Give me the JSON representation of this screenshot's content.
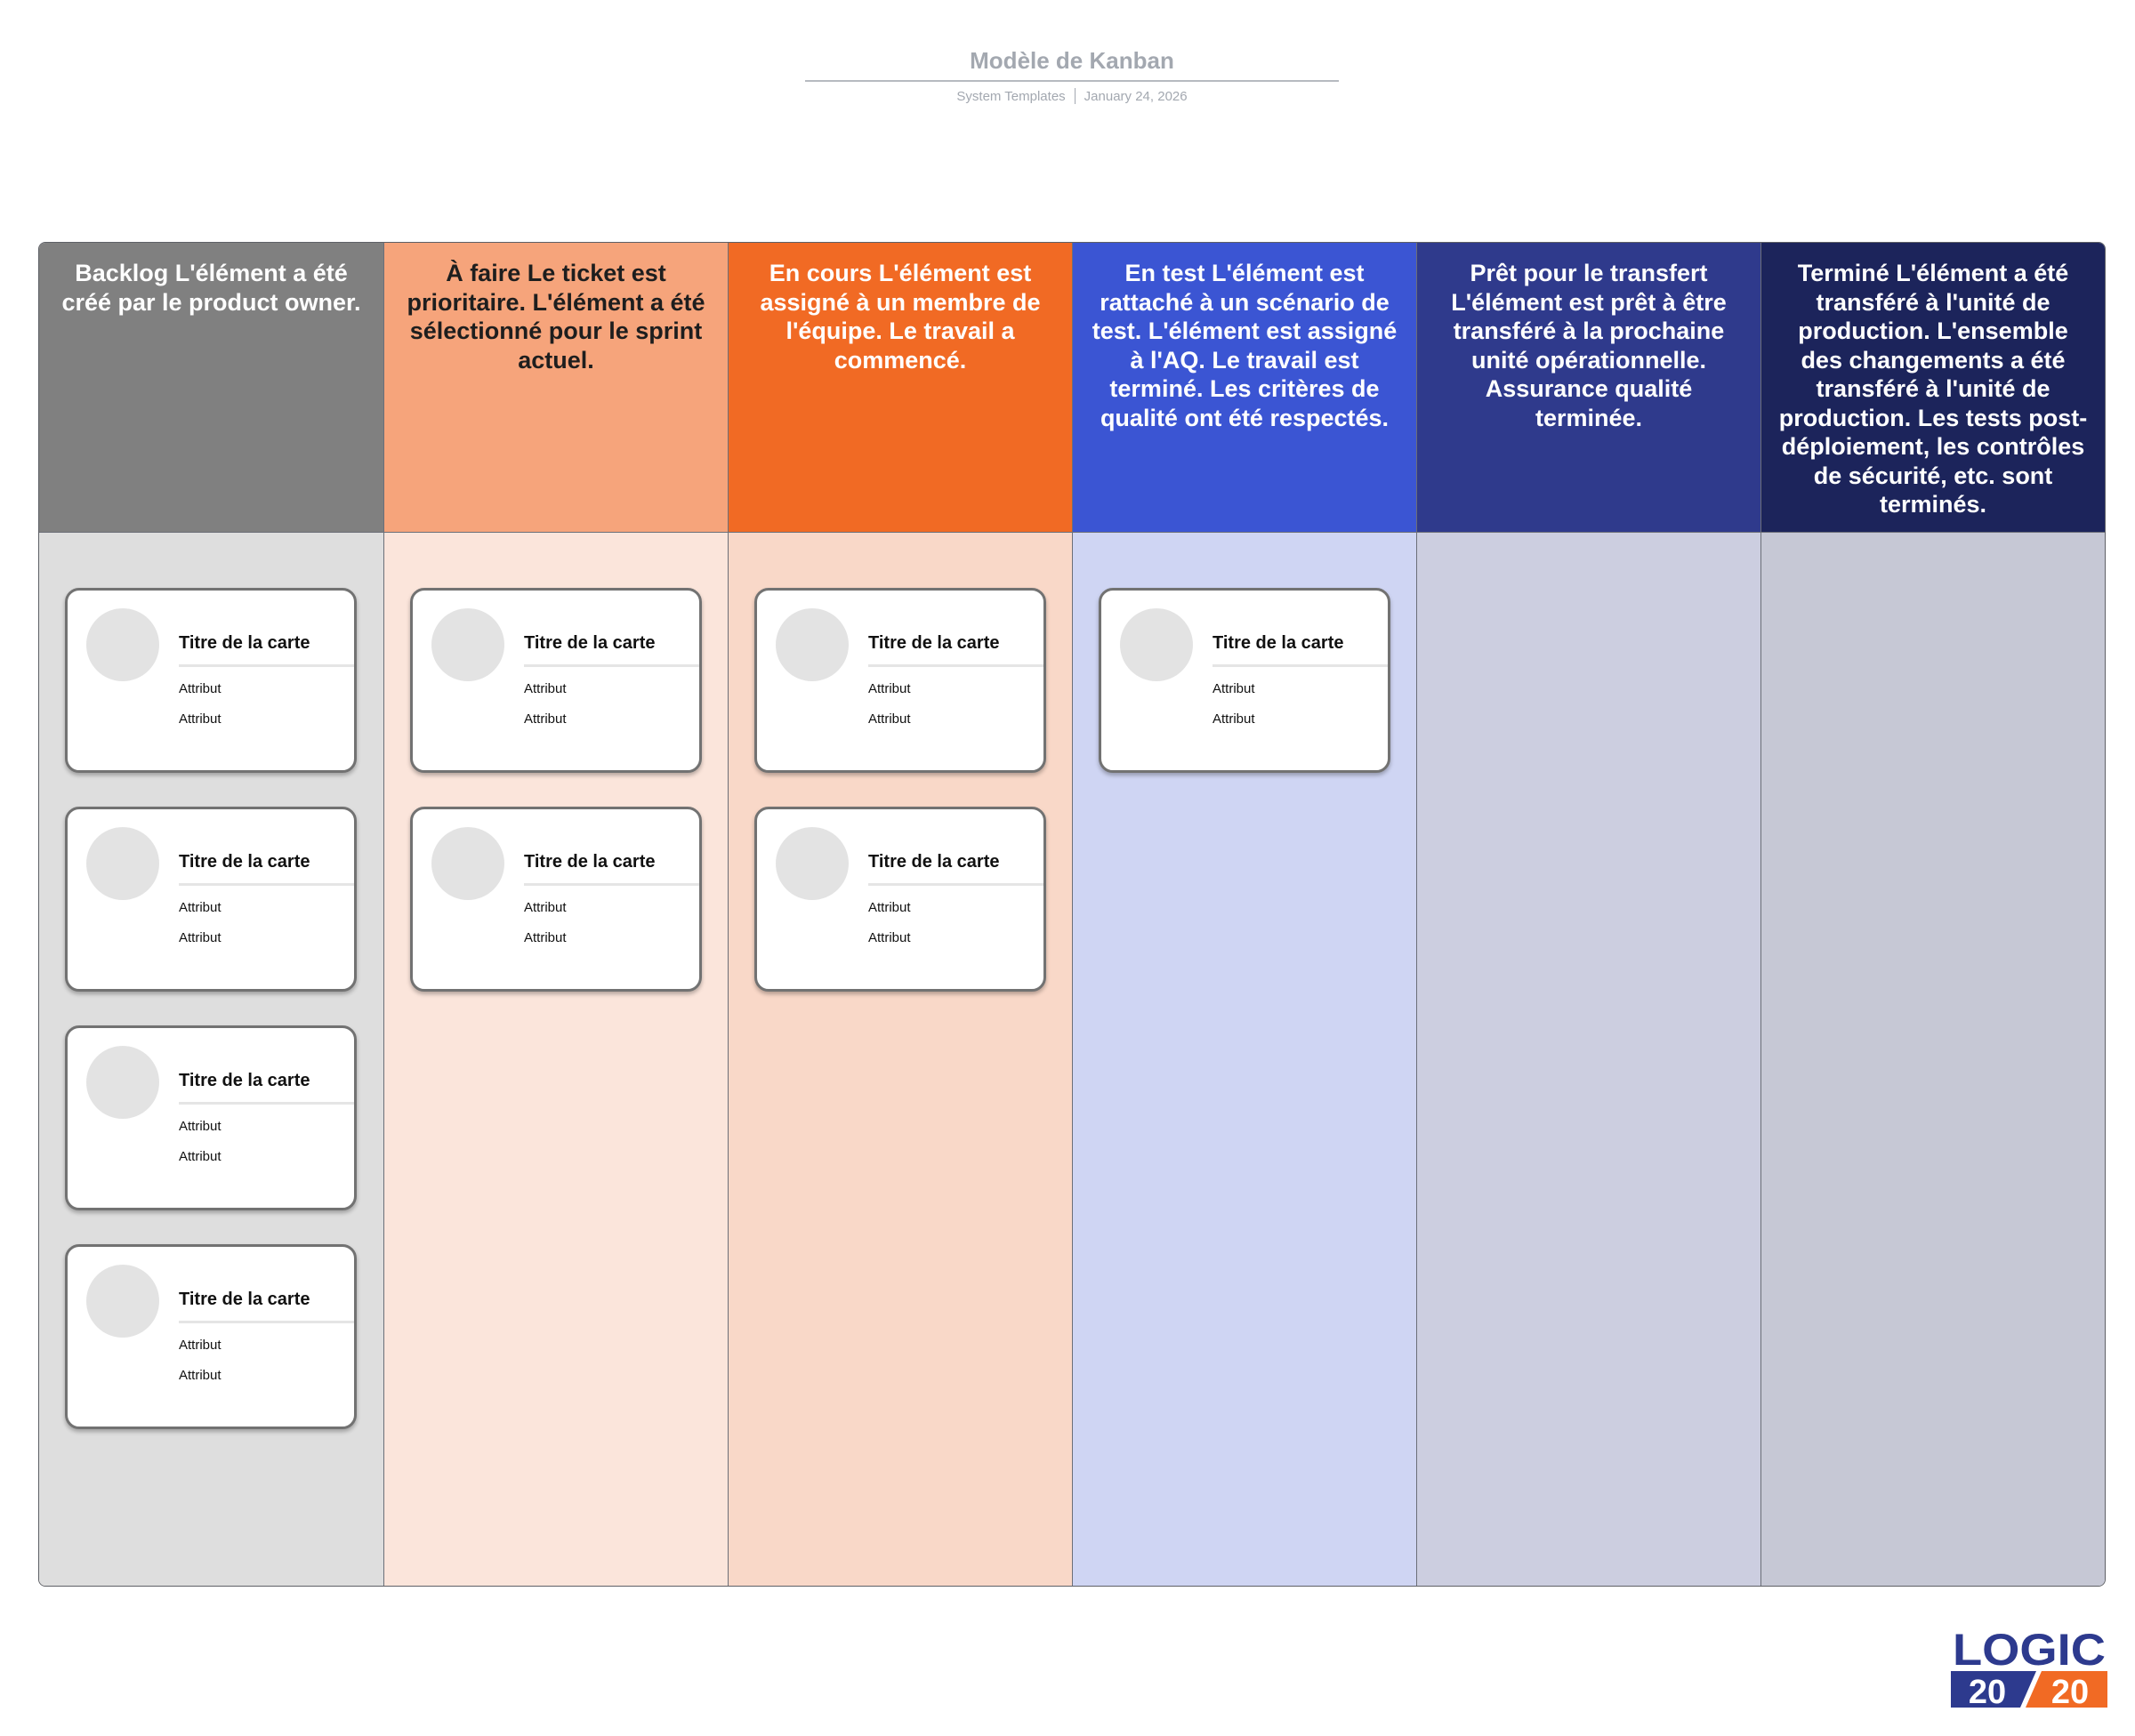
{
  "header": {
    "title": "Modèle de Kanban",
    "source": "System Templates",
    "date": "January 24, 2026"
  },
  "colors": {
    "backlog_header": "#808080",
    "backlog_body": "#dedede",
    "todo_header": "#f6a47b",
    "todo_body": "#fbe5db",
    "inprogress_header": "#f16a24",
    "inprogress_body": "#f9d8c8",
    "testing_header": "#3b55d3",
    "testing_body": "#cfd5f3",
    "ready_header": "#2f3a8c",
    "ready_body": "#cccee0",
    "done_header": "#1c245b",
    "done_body": "#c6c8d5"
  },
  "columns": [
    {
      "heading": "Backlog L'élément a été créé par le product owner.",
      "cards": [
        {
          "title": "Titre de la carte",
          "attributes": [
            "Attribut",
            "Attribut"
          ]
        },
        {
          "title": "Titre de la carte",
          "attributes": [
            "Attribut",
            "Attribut"
          ]
        },
        {
          "title": "Titre de la carte",
          "attributes": [
            "Attribut",
            "Attribut"
          ]
        },
        {
          "title": "Titre de la carte",
          "attributes": [
            "Attribut",
            "Attribut"
          ]
        }
      ]
    },
    {
      "heading": "À faire Le ticket est prioritaire. L'élément a été sélectionné pour le sprint actuel.",
      "cards": [
        {
          "title": "Titre de la carte",
          "attributes": [
            "Attribut",
            "Attribut"
          ]
        },
        {
          "title": "Titre de la carte",
          "attributes": [
            "Attribut",
            "Attribut"
          ]
        }
      ]
    },
    {
      "heading": "En cours L'élément est assigné à un membre de l'équipe. Le travail a commencé.",
      "cards": [
        {
          "title": "Titre de la carte",
          "attributes": [
            "Attribut",
            "Attribut"
          ]
        },
        {
          "title": "Titre de la carte",
          "attributes": [
            "Attribut",
            "Attribut"
          ]
        }
      ]
    },
    {
      "heading": "En test L'élément est rattaché à un scénario de test. L'élément est assigné à l'AQ. Le travail est terminé. Les critères de qualité ont été respectés.",
      "cards": [
        {
          "title": "Titre de la carte",
          "attributes": [
            "Attribut",
            "Attribut"
          ]
        }
      ]
    },
    {
      "heading": "Prêt pour le transfert L'élément est prêt à être transféré à la prochaine unité opérationnelle. Assurance qualité terminée.",
      "cards": []
    },
    {
      "heading": "Terminé L'élément a été transféré à l'unité de production. L'ensemble des changements a été transféré à l'unité de production. Les tests post-déploiement, les contrôles de sécurité, etc. sont terminés.",
      "cards": []
    }
  ],
  "logo": {
    "text_top": "LOGIC",
    "text_left": "20",
    "text_right": "20",
    "blue": "#2d3a8e",
    "orange": "#f16a24"
  }
}
